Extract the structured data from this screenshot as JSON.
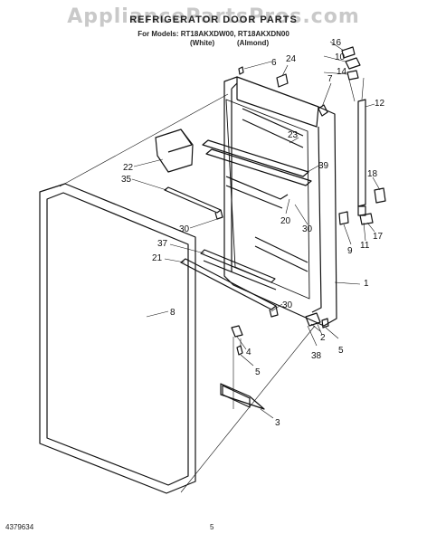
{
  "watermark": "AppliancePartsPros.com",
  "title": "REFRIGERATOR DOOR PARTS",
  "models_line": "For Models: RT18AKXDW00, RT18AKXDN00",
  "variants": [
    "(White)",
    "(Almond)"
  ],
  "footer": {
    "doc_number": "4379634",
    "page_number": "5"
  },
  "callouts": [
    "16",
    "10",
    "6",
    "24",
    "14",
    "7",
    "12",
    "23",
    "39",
    "22",
    "35",
    "18",
    "20",
    "30",
    "9",
    "11",
    "17",
    "37",
    "21",
    "1",
    "8",
    "30",
    "2",
    "38",
    "4",
    "5",
    "5",
    "3"
  ]
}
